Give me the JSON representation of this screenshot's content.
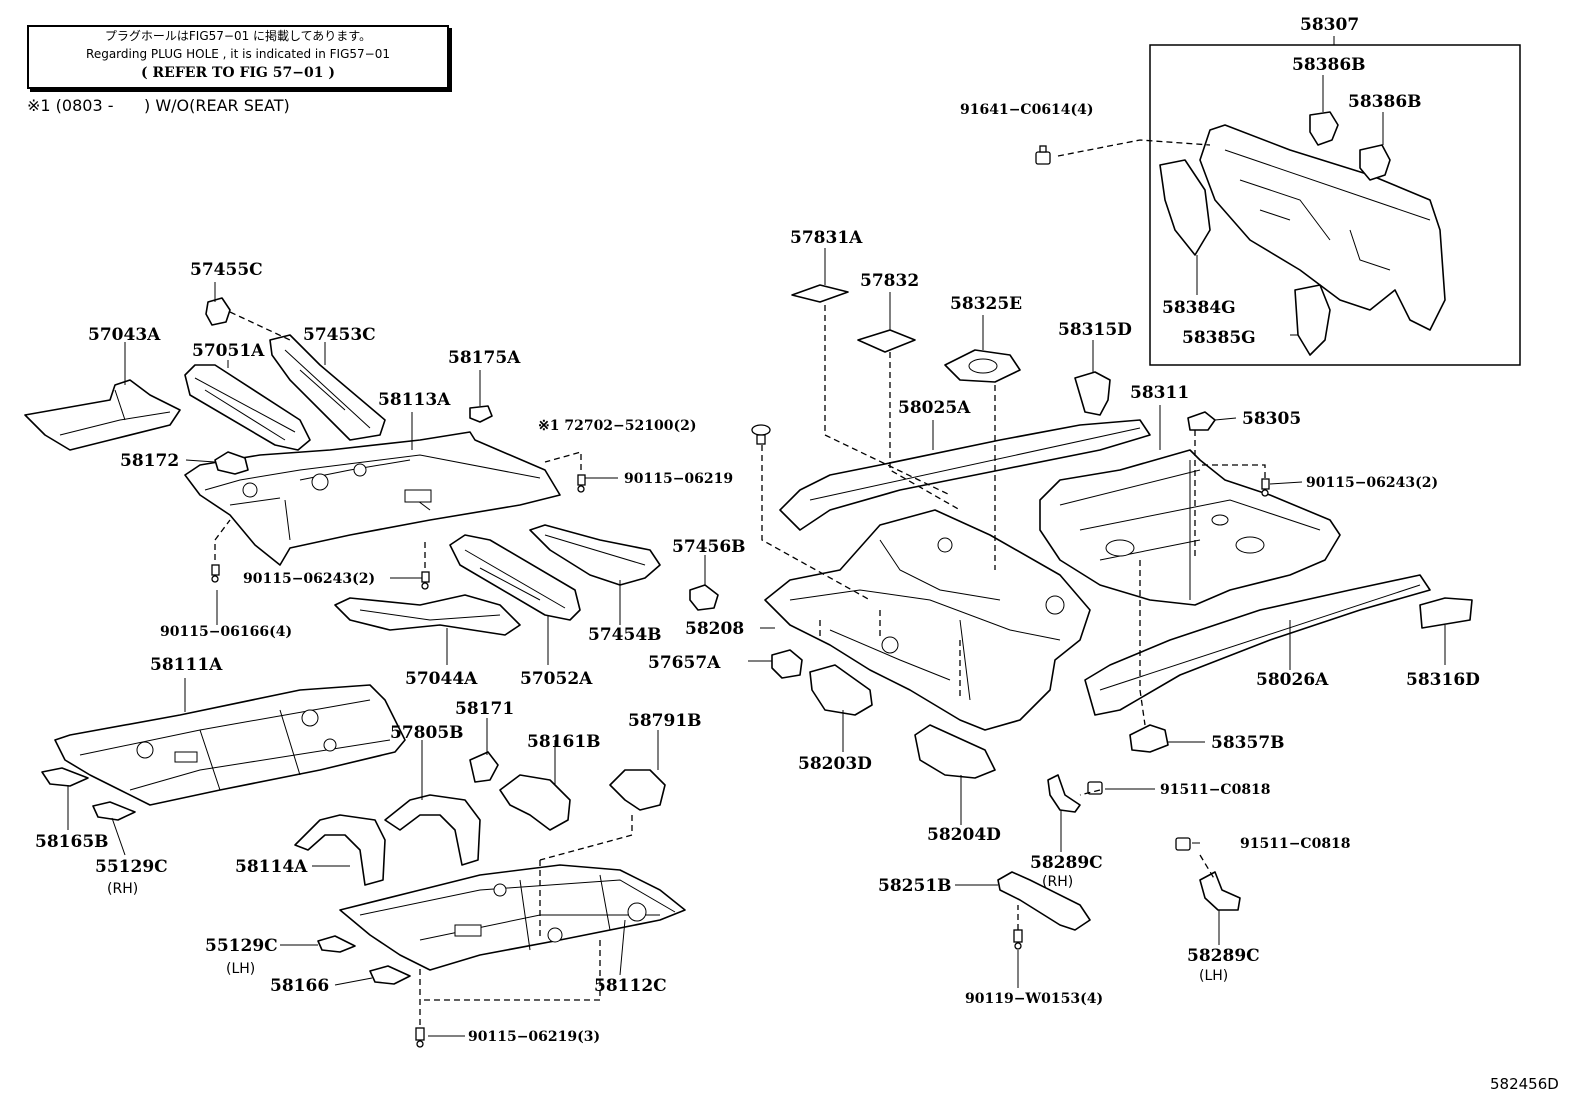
{
  "note": {
    "line1": "プラグホールはFIG57−01 に掲載してあります。",
    "line2": "Regarding  PLUG HOLE , it is indicated  in FIG57−01",
    "line3": "( REFER  TO  FIG  57−01 )"
  },
  "remark": "※1 (0803 -      ) W/O(REAR SEAT)",
  "illustration_code": "582456D",
  "parts": {
    "p58307": "58307",
    "p58386B_1": "58386B",
    "p58386B_2": "58386B",
    "p91641": "91641−C0614(4)",
    "p58384G": "58384G",
    "p58385G": "58385G",
    "p57831A": "57831A",
    "p57832": "57832",
    "p58325E": "58325E",
    "p58315D": "58315D",
    "p58311": "58311",
    "p58305": "58305",
    "p58025A": "58025A",
    "p90115_06243_2b": "90115−06243(2)",
    "p72702": "※1 72702−52100(2)",
    "p57455C": "57455C",
    "p57043A": "57043A",
    "p57051A": "57051A",
    "p57453C": "57453C",
    "p58175A": "58175A",
    "p58113A": "58113A",
    "p58172": "58172",
    "p90115_06219": "90115−06219",
    "p57456B": "57456B",
    "p90115_06243_2a": "90115−06243(2)",
    "p90115_06166": "90115−06166(4)",
    "p57454B": "57454B",
    "p58208": "58208",
    "p57044A": "57044A",
    "p57052A": "57052A",
    "p57657A": "57657A",
    "p58026A": "58026A",
    "p58316D": "58316D",
    "p58111A": "58111A",
    "p58171": "58171",
    "p57805B": "57805B",
    "p58161B": "58161B",
    "p58791B": "58791B",
    "p58203D": "58203D",
    "p58357B": "58357B",
    "p58165B": "58165B",
    "p55129C_rh": "55129C",
    "rh1": "(RH)",
    "p58114A": "58114A",
    "p58204D": "58204D",
    "p91511_a": "91511−C0818",
    "p58289C_rh": "58289C",
    "rh2": "(RH)",
    "p91511_b": "91511−C0818",
    "p58251B": "58251B",
    "p55129C_lh": "55129C",
    "lh1": "(LH)",
    "p58166": "58166",
    "p58112C": "58112C",
    "p90119": "90119−W0153(4)",
    "p58289C_lh": "58289C",
    "lh2": "(LH)",
    "p90115_06219_3": "90115−06219(3)"
  }
}
